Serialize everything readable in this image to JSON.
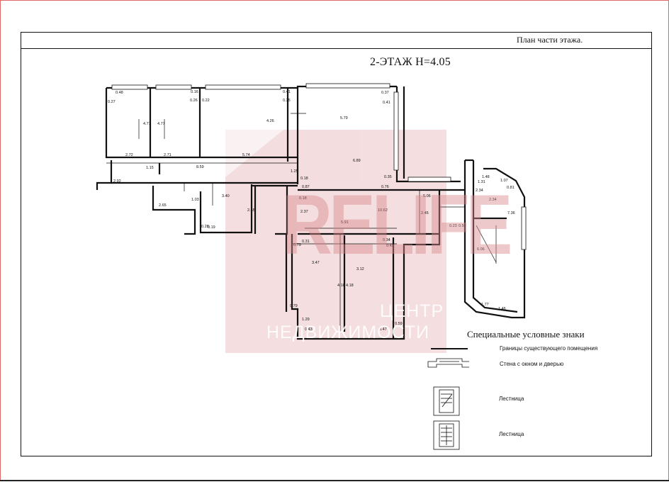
{
  "header": {
    "caption": "План части этажа.",
    "floor_title": "2-ЭТАЖ  H=4.05"
  },
  "watermark": {
    "brand": "RELIFE",
    "line1": "ЦЕНТР",
    "line2": "НЕДВИЖИМОСТИ",
    "color": "#d9888d"
  },
  "legend": {
    "title": "Специальные условные знаки",
    "items": [
      {
        "label": "Границы существующего помещения",
        "icon": "boundary-line-icon"
      },
      {
        "label": "Стена с окном и дверью",
        "icon": "wall-window-door-icon"
      },
      {
        "label": "Лестница",
        "icon": "staircase-icon"
      },
      {
        "label": "Лестница",
        "icon": "staircase-icon"
      }
    ]
  },
  "dimensions": {
    "left_rooms": [
      "0.48",
      "0.27",
      "4.77",
      "4.77",
      "2.72",
      "2.71",
      "0.26",
      "0.22",
      "0.16",
      "4.26",
      "0.41",
      "0.35",
      "5.74",
      "1.15",
      "8.59",
      "2.92",
      "2.65",
      "1.03",
      "3.40",
      "2.55",
      "0.28",
      "0.19",
      "1.25",
      "0.18",
      "0.87",
      "0.18",
      "2.37"
    ],
    "main_hall": [
      "5.79",
      "0.37",
      "0.41",
      "6.89",
      "0.35",
      "0.76",
      "10.62",
      "5.06",
      "2.45",
      "5.91",
      "0.23",
      "0.54",
      "0.34",
      "0.42"
    ],
    "lower_rooms": [
      "0.79",
      "0.31",
      "3.47",
      "4.18",
      "4.18",
      "3.12",
      "0.79",
      "1.29",
      "0.43",
      "0.47",
      "0.59"
    ],
    "stair_block": [
      "1.48",
      "1.07",
      "1.31",
      "0.81",
      "2.34",
      "2.34",
      "7.36",
      "6.06",
      "1.77",
      "1.46"
    ]
  }
}
